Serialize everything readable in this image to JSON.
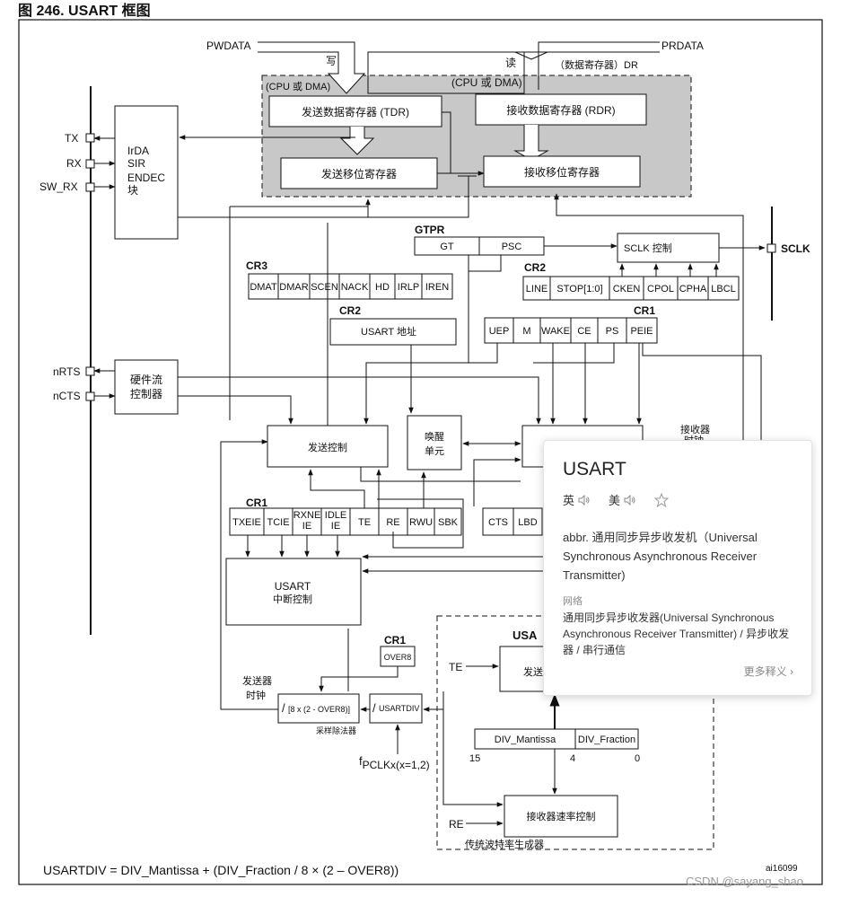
{
  "figure": {
    "title": "图 246.      USART 框图",
    "formula": "USARTDIV = DIV_Mantissa + (DIV_Fraction / 8 × (2 – OVER8))",
    "ref": "ai16099",
    "watermark": "CSDN @sayang_shao"
  },
  "bus": {
    "pwdata": "PWDATA",
    "prdata": "PRDATA",
    "write": "写",
    "read": "读",
    "dr": "（数据寄存器）DR",
    "cpu_dma_left": "(CPU 或 DMA)",
    "cpu_dma_right": "(CPU 或 DMA)",
    "tdr": "发送数据寄存器 (TDR)",
    "rdr": "接收数据寄存器 (RDR)",
    "tx_shift": "发送移位寄存器",
    "rx_shift": "接收移位寄存器"
  },
  "pins": {
    "tx": "TX",
    "rx": "RX",
    "sw_rx": "SW_RX",
    "nrts": "nRTS",
    "ncts": "nCTS",
    "sclk": "SCLK"
  },
  "blocks": {
    "irda": [
      "IrDA",
      "SIR",
      "ENDEC",
      "块"
    ],
    "hw_flow": [
      "硬件流",
      "控制器"
    ],
    "gtpr": "GTPR",
    "gt": "GT",
    "psc": "PSC",
    "sclk_ctrl": "SCLK 控制",
    "cr3": "CR3",
    "cr3_bits": [
      "DMAT",
      "DMAR",
      "SCEN",
      "NACK",
      "HD",
      "IRLP",
      "IREN"
    ],
    "cr2_top": "CR2",
    "cr2_bits": [
      "LINE",
      "STOP[1:0]",
      "CKEN",
      "CPOL",
      "CPHA",
      "LBCL"
    ],
    "cr2_mid": "CR2",
    "usart_addr": "USART 地址",
    "cr1_top": "CR1",
    "cr1_top_bits": [
      "UEP",
      "M",
      "WAKE",
      "CE",
      "PS",
      "PEIE"
    ],
    "rx_clock": [
      "接收器",
      "时钟"
    ],
    "tx_ctrl": "发送控制",
    "wakeup": [
      "唤醒",
      "单元"
    ],
    "cr1_bottom": "CR1",
    "cr1_bottom_bits": [
      "TXEIE",
      "TCIE",
      "RXNE IE",
      "IDLE IE",
      "TE",
      "RE",
      "RWU",
      "SBK"
    ],
    "cr3_bottom_bits": [
      "CTS",
      "LBD"
    ],
    "int_ctrl": [
      "USART",
      "中断控制"
    ],
    "tx_clock": [
      "发送器",
      "时钟"
    ],
    "cr1_over8": "CR1",
    "over8": "OVER8",
    "div_block": "[8 x (2 - OVER8)]",
    "div_slash": "/",
    "usartdiv_slash": "/",
    "usartdiv": "USARTDIV",
    "sample_div": "采样除法器",
    "fpclk": "f",
    "fpclk_sub": "PCLKx(x=1,2)",
    "usa": "USA",
    "te_in": "TE",
    "re_in": "RE",
    "tx_rate": "发送",
    "div_mantissa": "DIV_Mantissa",
    "div_fraction": "DIV_Fraction",
    "bit15": "15",
    "bit4": "4",
    "bit0": "0",
    "rx_rate": "接收器速率控制",
    "baud_gen": "传统波特率生成器"
  },
  "popup": {
    "word": "USART",
    "uk": "英",
    "us": "美",
    "definition": "abbr. 通用同步异步收发机（Universal Synchronous Asynchronous Receiver Transmitter)",
    "net_label": "网络",
    "net_text": "通用同步异步收发器(Universal Synchronous Asynchronous Receiver Transmitter) / 异步收发器 / 串行通信",
    "more": "更多释义 ›",
    "icons": {
      "speaker": "speaker-icon",
      "star": "star-icon"
    }
  },
  "colors": {
    "shade": "#c8c8c8",
    "line": "#111111",
    "popup_border": "#e3e3e3"
  }
}
